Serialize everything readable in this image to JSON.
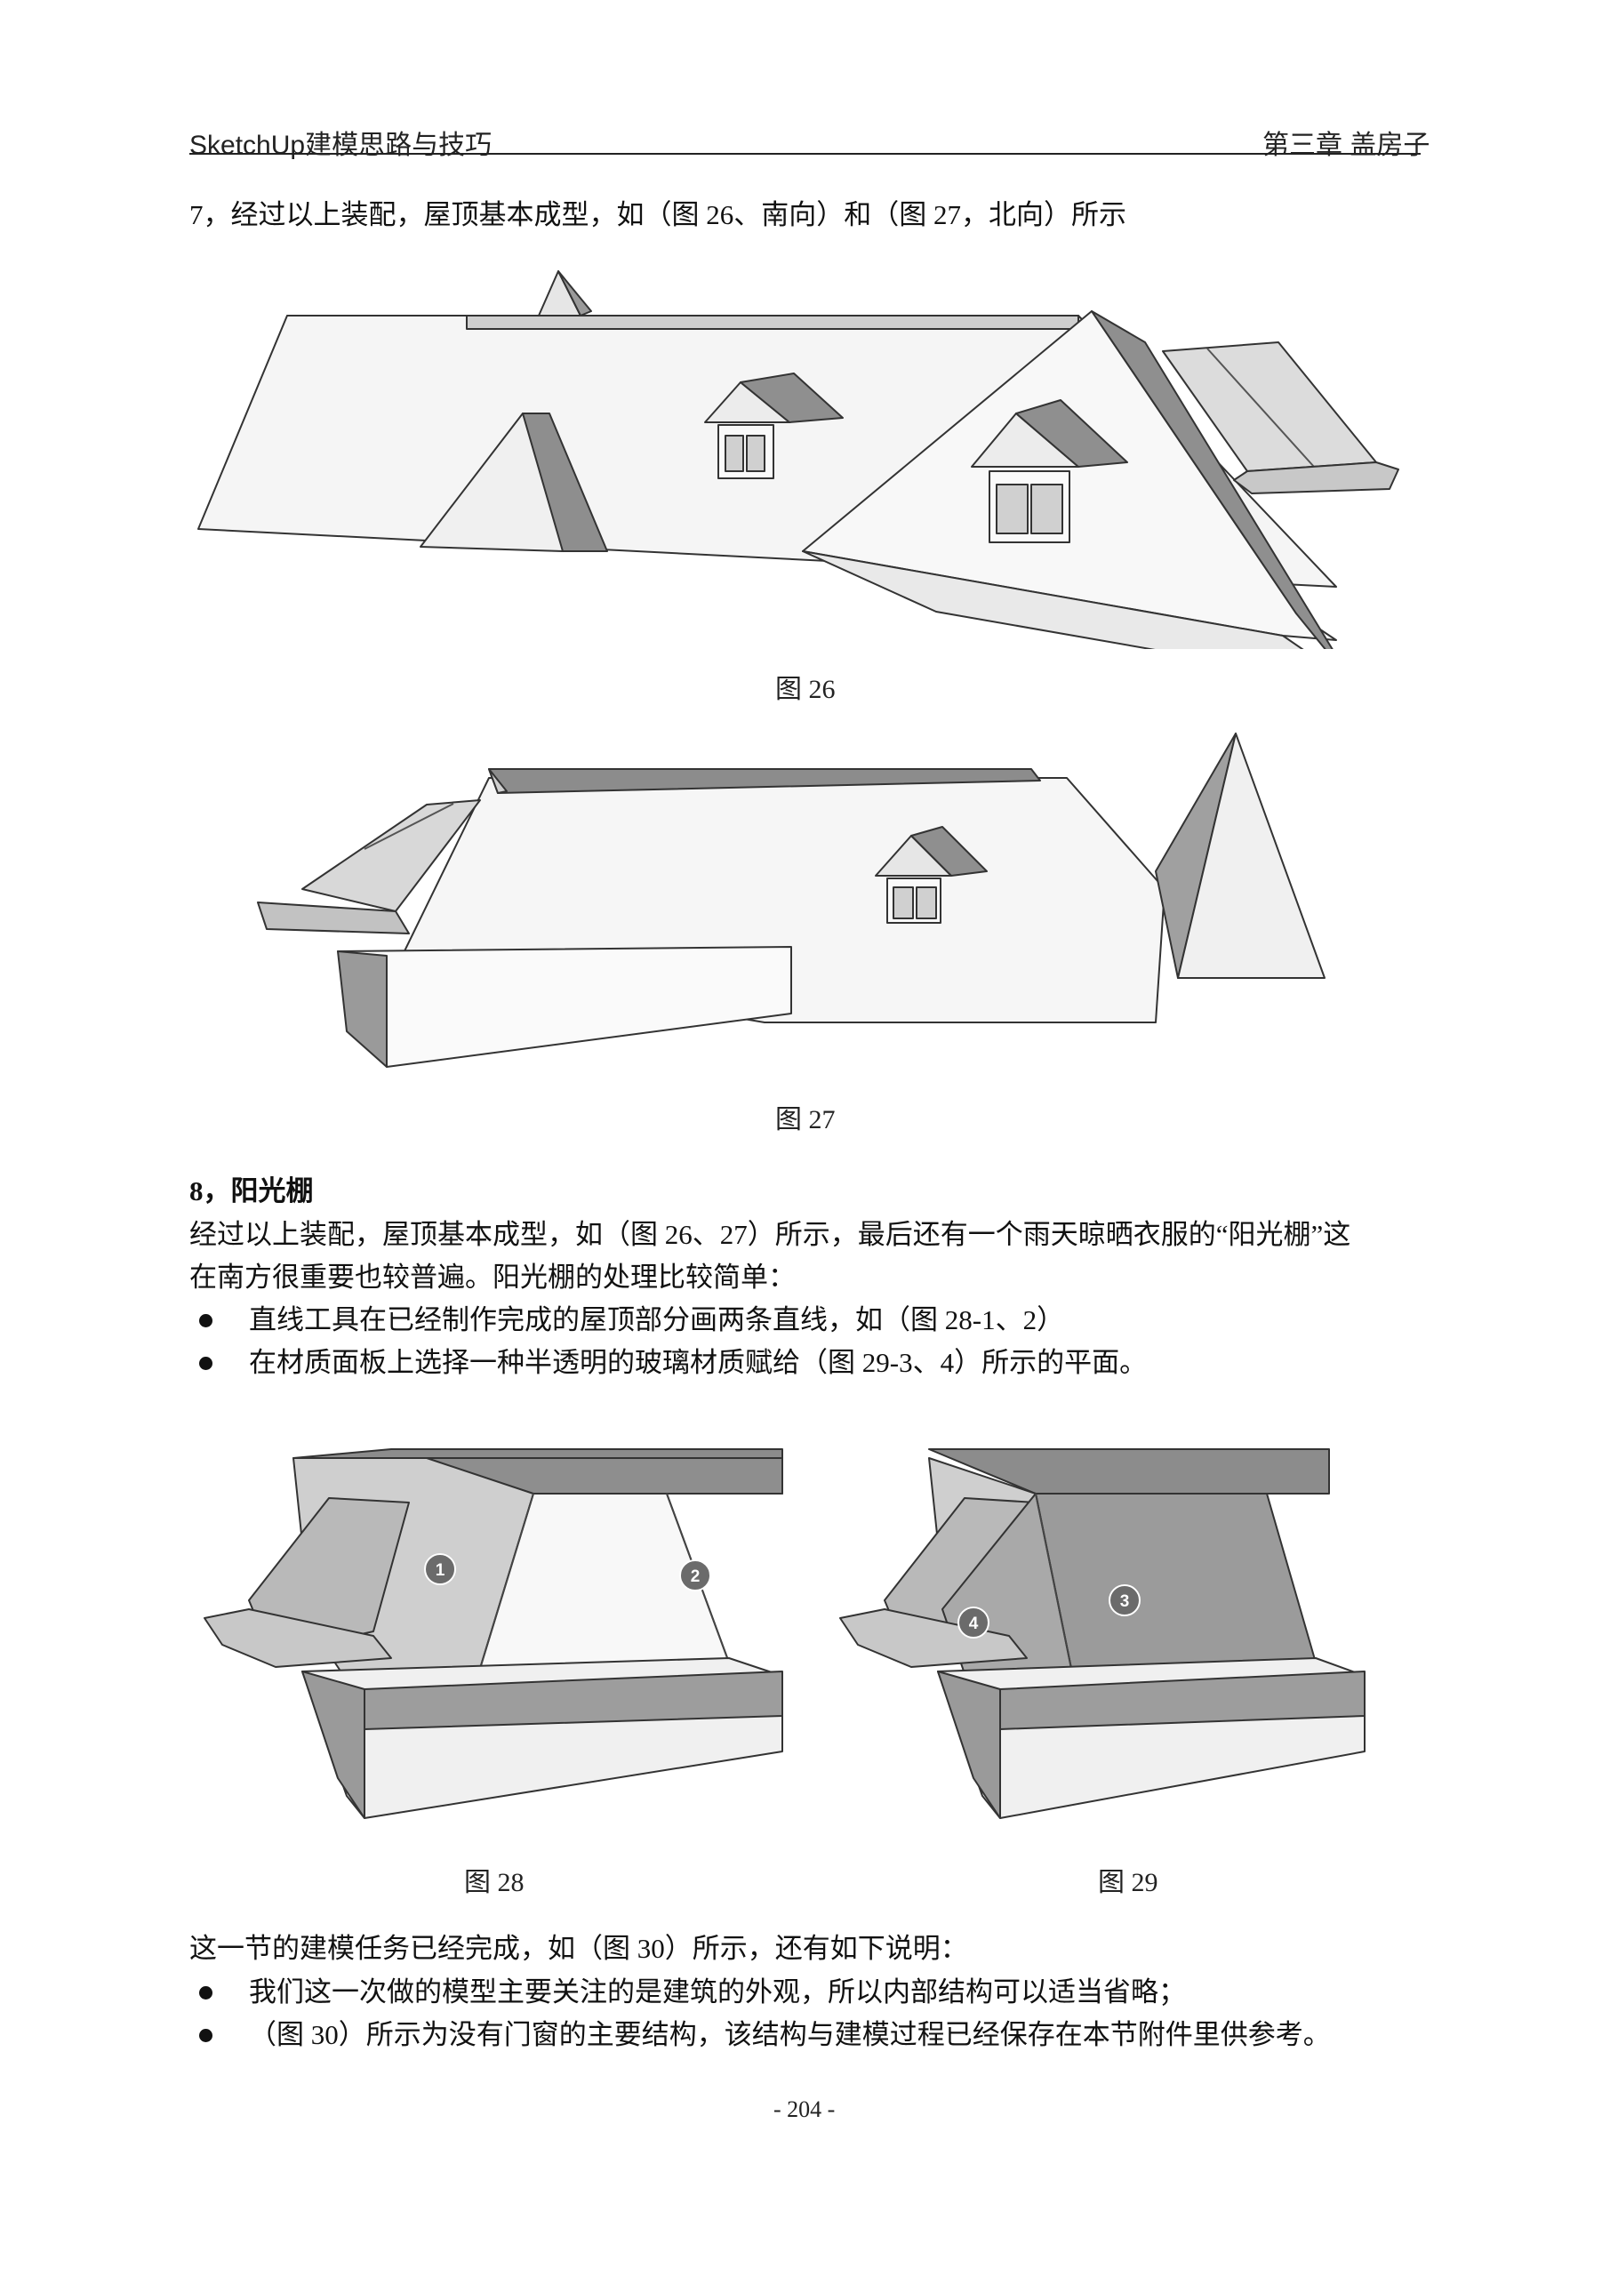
{
  "header": {
    "left": "SketchUp建模思路与技巧",
    "right": "第三章  盖房子"
  },
  "intro": "7，经过以上装配，屋顶基本成型，如（图 26、南向）和（图 27，北向）所示",
  "figures": {
    "fig26": "图 26",
    "fig27": "图 27",
    "fig28": "图 28",
    "fig29": "图 29"
  },
  "section": {
    "heading": "8，阳光棚",
    "para_line1": "经过以上装配，屋顶基本成型，如（图 26、27）所示，最后还有一个雨天晾晒衣服的“阳光棚”这",
    "para_line2": "在南方很重要也较普遍。阳光棚的处理比较简单：",
    "bullets": [
      "直线工具在已经制作完成的屋顶部分画两条直线，如（图 28-1、2）",
      "在材质面板上选择一种半透明的玻璃材质赋给（图 29-3、4）所示的平面。"
    ]
  },
  "markers": {
    "m1": "1",
    "m2": "2",
    "m3": "3",
    "m4": "4"
  },
  "conclusion": {
    "line": "这一节的建模任务已经完成，如（图 30）所示，还有如下说明：",
    "bullets": [
      "我们这一次做的模型主要关注的是建筑的外观，所以内部结构可以适当省略；",
      "（图 30）所示为没有门窗的主要结构，该结构与建模过程已经保存在本节附件里供参考。"
    ]
  },
  "footer": {
    "page": "- 204 -"
  },
  "colors": {
    "roof_dark": "#8c8c8c",
    "roof_mid": "#b5b5b5",
    "roof_light": "#ececec",
    "glass": "#d9d9d9",
    "marker": "#6b6b6b"
  }
}
